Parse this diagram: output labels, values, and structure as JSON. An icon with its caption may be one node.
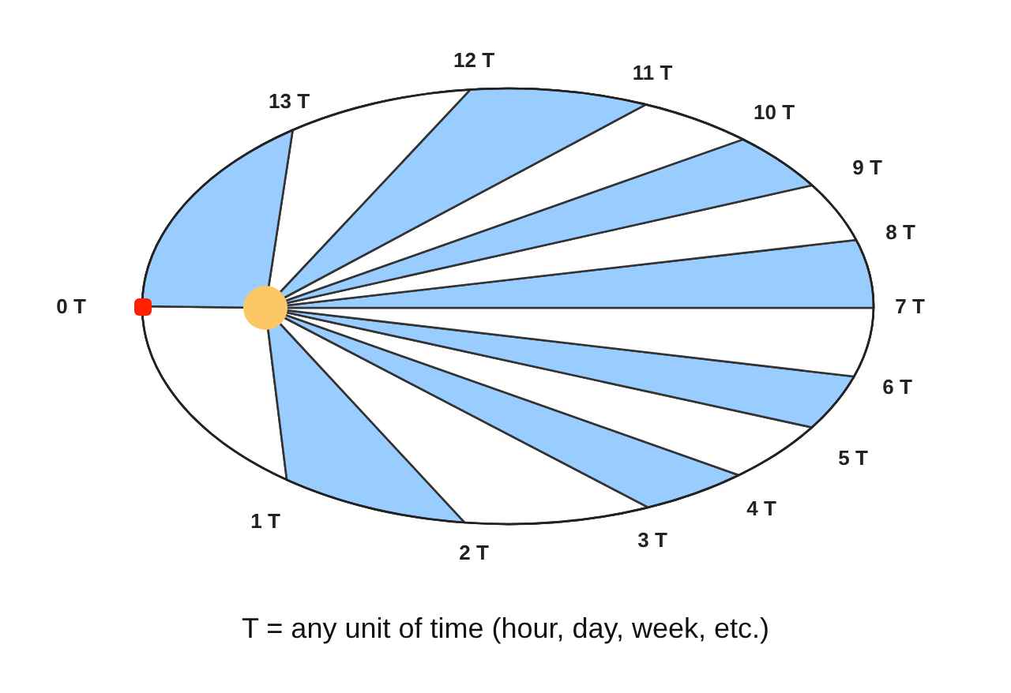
{
  "diagram": {
    "caption": "T = any unit of time (hour, day, week, etc.)",
    "labels": [
      "12 T",
      "13 T",
      "11 T",
      "10 T",
      "9 T",
      "8 T",
      "0 T",
      "7 T",
      "6 T",
      "5 T",
      "4 T",
      "1 T",
      "3 T",
      "2 T"
    ]
  }
}
